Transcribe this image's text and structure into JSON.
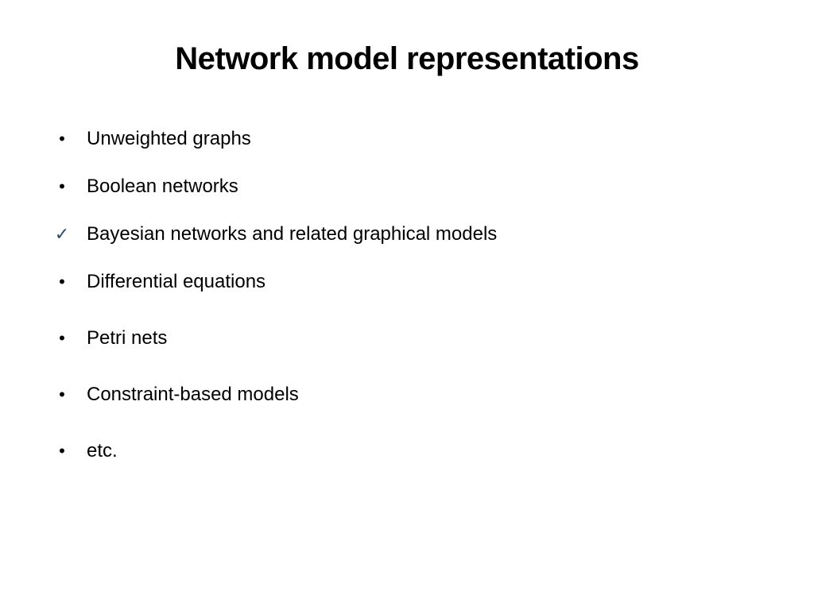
{
  "slide": {
    "title": "Network model representations",
    "bullets": [
      {
        "marker": "•",
        "marker_type": "bullet",
        "text": "Unweighted graphs"
      },
      {
        "marker": "•",
        "marker_type": "bullet",
        "text": "Boolean networks"
      },
      {
        "marker": "✓",
        "marker_type": "checkmark",
        "text": "Bayesian networks and related graphical models"
      },
      {
        "marker": "•",
        "marker_type": "bullet",
        "text": "Differential equations"
      },
      {
        "marker": "•",
        "marker_type": "bullet",
        "text": "Petri nets"
      },
      {
        "marker": "•",
        "marker_type": "bullet",
        "text": "Constraint-based models"
      },
      {
        "marker": "•",
        "marker_type": "bullet",
        "text": "etc."
      }
    ]
  },
  "colors": {
    "background": "#ffffff",
    "text": "#000000",
    "checkmark": "#2b4a6f"
  }
}
